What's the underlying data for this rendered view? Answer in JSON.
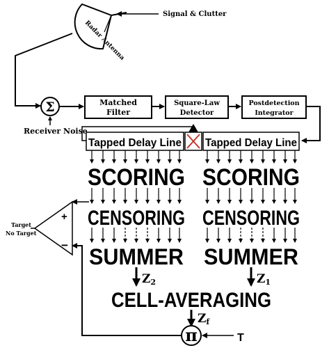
{
  "diagram": {
    "antenna_label": "Radar Antenna",
    "signal_label": "Signal & Clutter",
    "receiver_noise": "Receiver Noise",
    "sum_symbol": "Σ",
    "matched_filter": [
      "Matched",
      "Filter"
    ],
    "square_law": [
      "Square-Law",
      "Detector"
    ],
    "postdetection": [
      "Postdetection",
      "Integrator"
    ],
    "tapped_delay_left": "Tapped Delay Line",
    "tapped_delay_right": "Tapped Delay Line",
    "scoring": "SCORING",
    "censoring": "CENSORING",
    "summer": "SUMMER",
    "cell_averaging": "CELL-AVERAGING",
    "z2": "Z",
    "z2_sub": "2",
    "z1": "Z",
    "z1_sub": "1",
    "zf": "Z",
    "zf_sub": "f",
    "pi_symbol": "π",
    "threshold": "T",
    "target": "Target",
    "no_target": "No Target",
    "plus": "+",
    "minus": "−"
  },
  "colors": {
    "ink": "#000000",
    "cell_marker": "#c0392b"
  }
}
